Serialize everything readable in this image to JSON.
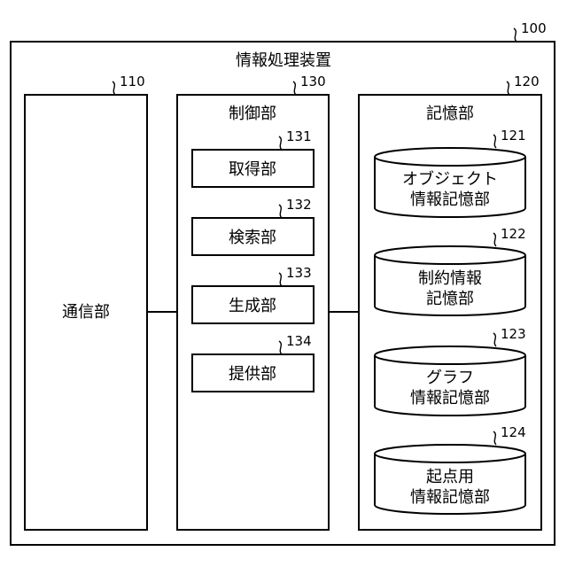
{
  "apparatus": {
    "title": "情報処理装置",
    "ref": "100"
  },
  "comm": {
    "label": "通信部",
    "ref": "110"
  },
  "control": {
    "title": "制御部",
    "ref": "130",
    "units": [
      {
        "label": "取得部",
        "ref": "131"
      },
      {
        "label": "検索部",
        "ref": "132"
      },
      {
        "label": "生成部",
        "ref": "133"
      },
      {
        "label": "提供部",
        "ref": "134"
      }
    ]
  },
  "storage": {
    "title": "記憶部",
    "ref": "120",
    "dbs": [
      {
        "line1": "オブジェクト",
        "line2": "情報記憶部",
        "ref": "121"
      },
      {
        "line1": "制約情報",
        "line2": "記憶部",
        "ref": "122"
      },
      {
        "line1": "グラフ",
        "line2": "情報記憶部",
        "ref": "123"
      },
      {
        "line1": "起点用",
        "line2": "情報記憶部",
        "ref": "124"
      }
    ]
  }
}
